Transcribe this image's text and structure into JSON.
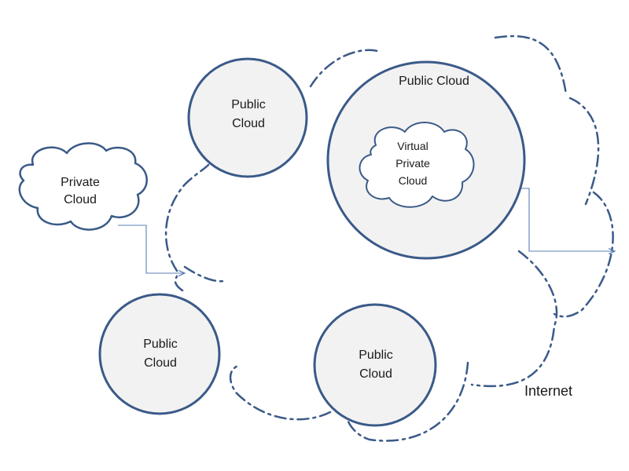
{
  "nodes": {
    "public_cloud_top": [
      "Public",
      "Cloud"
    ],
    "public_cloud_large": [
      "Public Cloud"
    ],
    "virtual_private_cloud": [
      "Virtual",
      "Private",
      "Cloud"
    ],
    "private_cloud": [
      "Private",
      "Cloud"
    ],
    "public_cloud_bottom_left": [
      "Public",
      "Cloud"
    ],
    "public_cloud_bottom_middle": [
      "Public",
      "Cloud"
    ]
  },
  "internet_label": "Internet"
}
